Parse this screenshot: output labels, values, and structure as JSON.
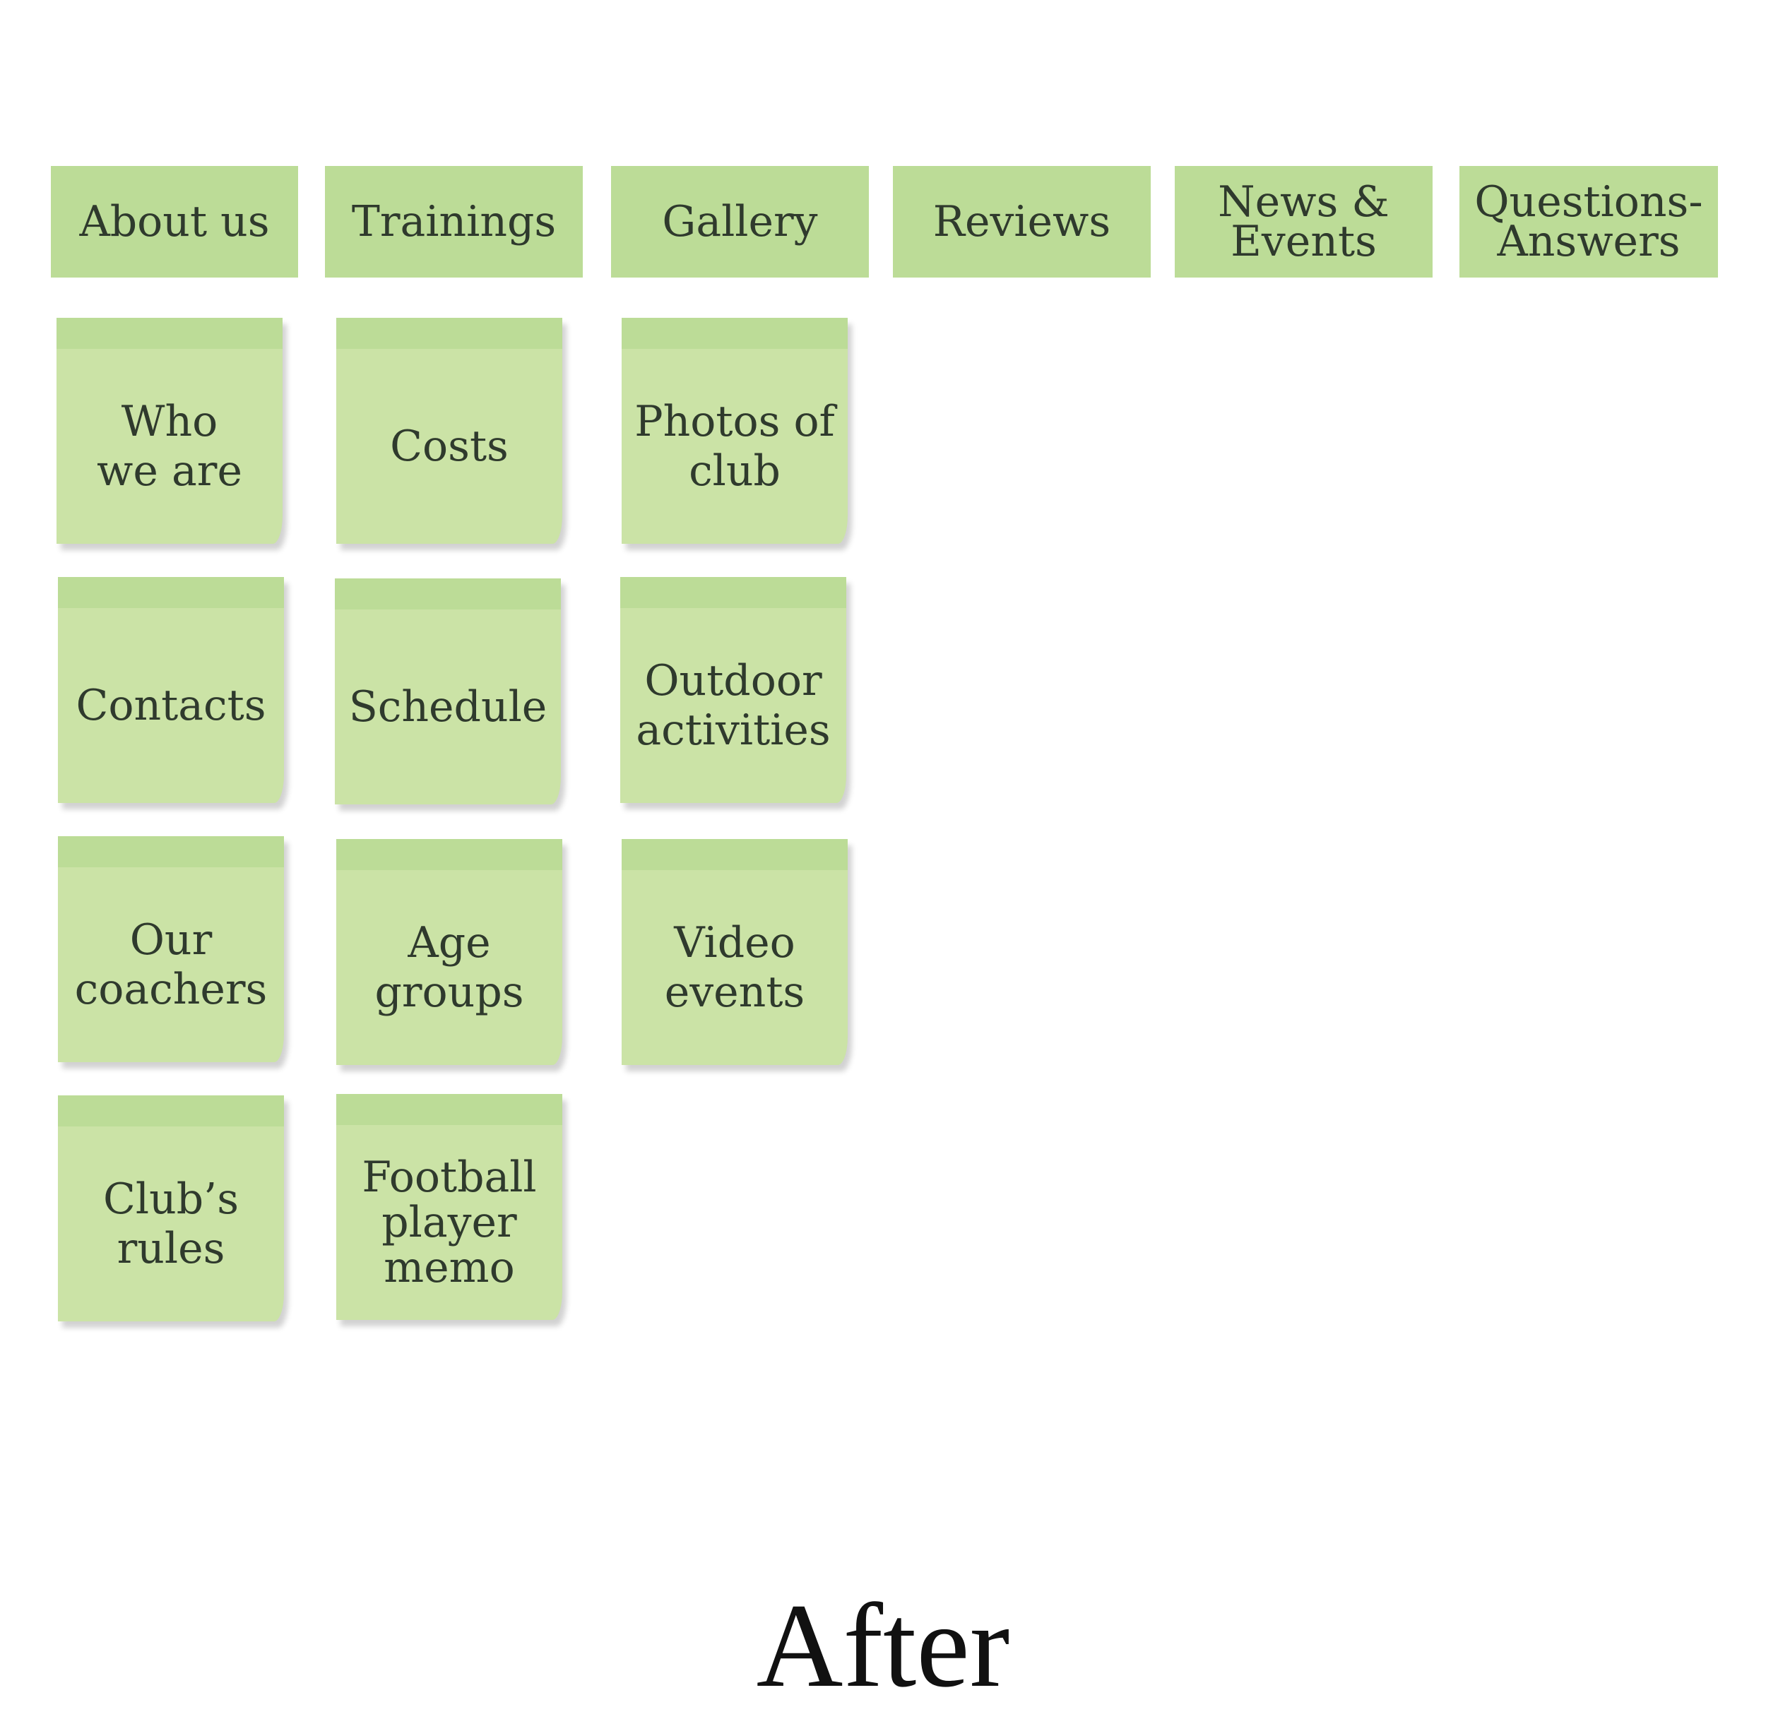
{
  "categories": [
    {
      "label": "About us"
    },
    {
      "label": "Trainings"
    },
    {
      "label": "Gallery"
    },
    {
      "label": "Reviews"
    },
    {
      "label": "News &\nEvents"
    },
    {
      "label": "Questions-\nAnswers"
    }
  ],
  "columns": [
    {
      "notes": [
        {
          "label": "Who\nwe are"
        },
        {
          "label": "Contacts"
        },
        {
          "label": "Our\ncoachers"
        },
        {
          "label": "Club’s\nrules"
        }
      ]
    },
    {
      "notes": [
        {
          "label": "Costs"
        },
        {
          "label": "Schedule"
        },
        {
          "label": "Age\ngroups"
        },
        {
          "label": "Football\nplayer\nmemo"
        }
      ]
    },
    {
      "notes": [
        {
          "label": "Photos of\nclub"
        },
        {
          "label": "Outdoor\nactivities"
        },
        {
          "label": "Video\nevents"
        }
      ]
    }
  ],
  "caption": "After",
  "colors": {
    "header_green": "#bcdc97",
    "note_green": "#cbe3a6",
    "text": "#2f3a2d"
  }
}
